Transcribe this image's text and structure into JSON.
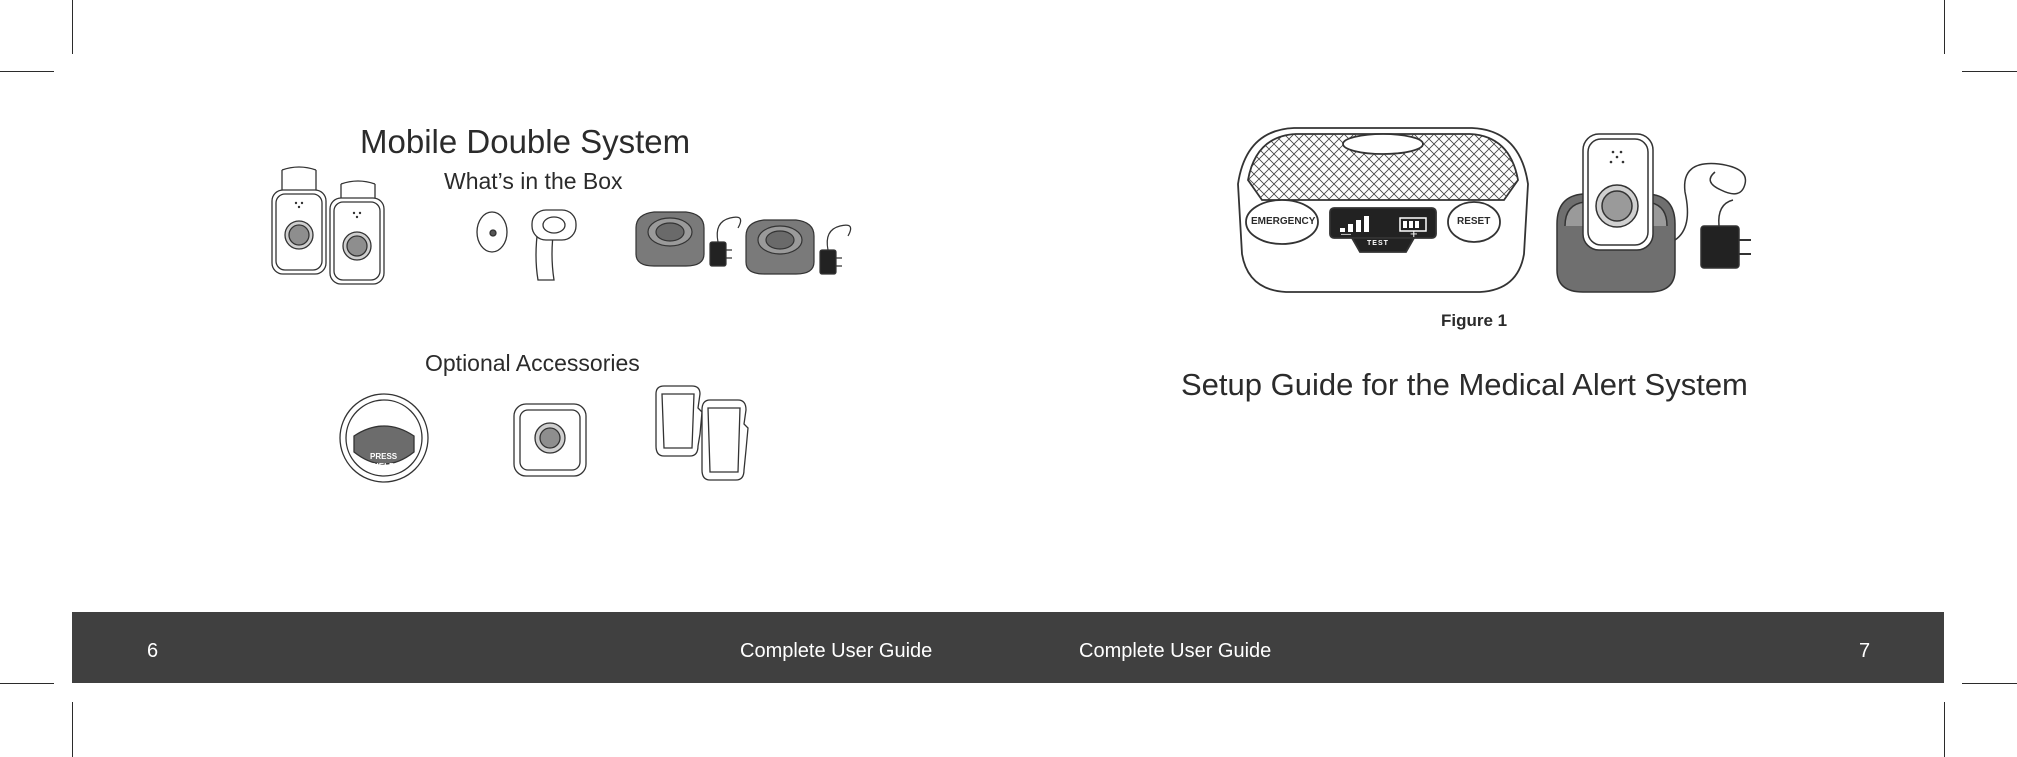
{
  "left_page": {
    "title": "Mobile Double System",
    "box_heading": "What’s in the Box",
    "accessories_heading": "Optional Accessories",
    "wall_button_text_1": "PRESS",
    "wall_button_text_2": "HELP"
  },
  "right_page": {
    "base_unit": {
      "emergency_label": "EMERGENCY",
      "reset_label": "RESET",
      "minus_label": "—",
      "plus_label": "+",
      "test_label": "TEST"
    },
    "figure_caption": "Figure 1",
    "section_title": "Setup Guide for the Medical Alert System"
  },
  "footer": {
    "left_page_number": "6",
    "left_title": "Complete User Guide",
    "right_title": "Complete User Guide",
    "right_page_number": "7"
  }
}
